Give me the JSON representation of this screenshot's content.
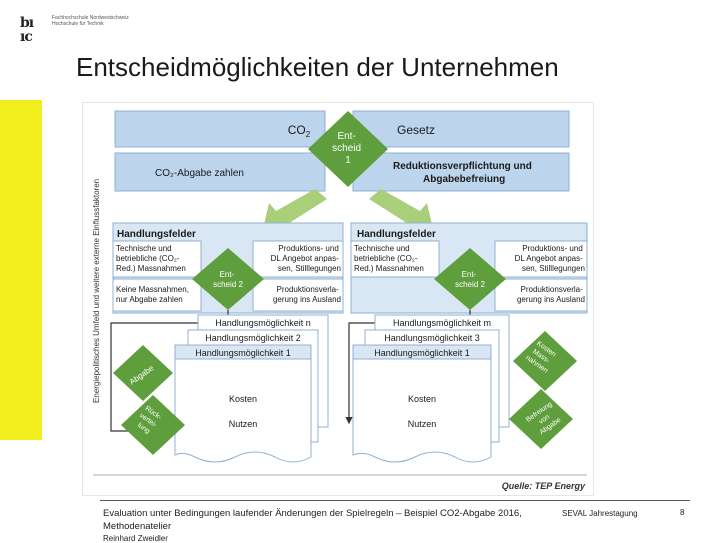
{
  "logo": {
    "mark": "bı ıc",
    "text_line1": "Fachhochschule Nordwestschweiz",
    "text_line2": "Hochschule für Technik"
  },
  "page_title": "Entscheidmöglichkeiten der Unternehmen",
  "diagram": {
    "side_label": "Energiepolitisches Umfeld und weitere externe Einflussfaktoren",
    "top_left": "CO",
    "top_left_sub": "2",
    "top_right": "Gesetz",
    "decision_top_lines": [
      "Ent-",
      "scheid",
      "1"
    ],
    "co2_pay_label": "CO₂-Abgabe zahlen",
    "reduction_lines": [
      "Reduktionsverpflichtung und",
      "Abgabebefreiung"
    ],
    "left_panel": {
      "title": "Handlungsfelder",
      "tl_lines": [
        "Technische und",
        "betriebliche (CO₂-",
        "Red.) Massnahmen"
      ],
      "tr_lines": [
        "Produktions- und",
        "DL Angebot anpas-",
        "sen, Stilllegungen"
      ],
      "bl_lines": [
        "Keine Massnahmen,",
        "nur Abgabe zahlen"
      ],
      "br_lines": [
        "Produktionsverla-",
        "gerung ins Ausland"
      ],
      "decision_lines": [
        "Ent-",
        "scheid 2"
      ]
    },
    "right_panel": {
      "title": "Handlungsfelder",
      "tl_lines": [
        "Technische und",
        "betriebliche (CO₂-",
        "Red.) Massnahmen"
      ],
      "tr_lines": [
        "Produktions- und",
        "DL Angebot anpas-",
        "sen, Stilllegungen"
      ],
      "br_lines": [
        "Produktionsverla-",
        "gerung ins Ausland"
      ],
      "decision_lines": [
        "Ent-",
        "scheid 2"
      ]
    },
    "left_stack": {
      "card_n": "Handlungsmöglichkeit n",
      "card_2": "Handlungsmöglichkeit 2",
      "card_1": "Handlungsmöglichkeit 1",
      "kosten": "Kosten",
      "nutzen": "Nutzen"
    },
    "right_stack": {
      "card_n": "Handlungsmöglichkeit m",
      "card_3": "Handlungsmöglichkeit 3",
      "card_1": "Handlungsmöglichkeit 1",
      "kosten": "Kosten",
      "nutzen": "Nutzen"
    },
    "left_diamonds": {
      "abgabe": "Abgabe",
      "rueckverteilung_lines": [
        "Rück-",
        "vertei-",
        "lung"
      ]
    },
    "right_diamonds": {
      "kosten_lines": [
        "Kosten",
        "Mass-",
        "nahmen"
      ],
      "befreiung_lines": [
        "Befreiung",
        "von",
        "Abgabe"
      ]
    },
    "source": "Quelle: TEP Energy"
  },
  "footer": {
    "text": "Evaluation unter Bedingungen laufender Änderungen der Spielregeln – Beispiel CO2-Abgabe 2016, Methodenatelier",
    "event": "SEVAL Jahrestagung",
    "page_number": "8",
    "author": "Reinhard Zweidler"
  },
  "colors": {
    "box_blue": "#bcd4ec",
    "box_border": "#8fb0d4",
    "decision_green": "#5f9e3c",
    "arrow_green": "#a9cf7a",
    "panel_fill": "#d9e6f4",
    "yellow": "#f2ee1e"
  }
}
